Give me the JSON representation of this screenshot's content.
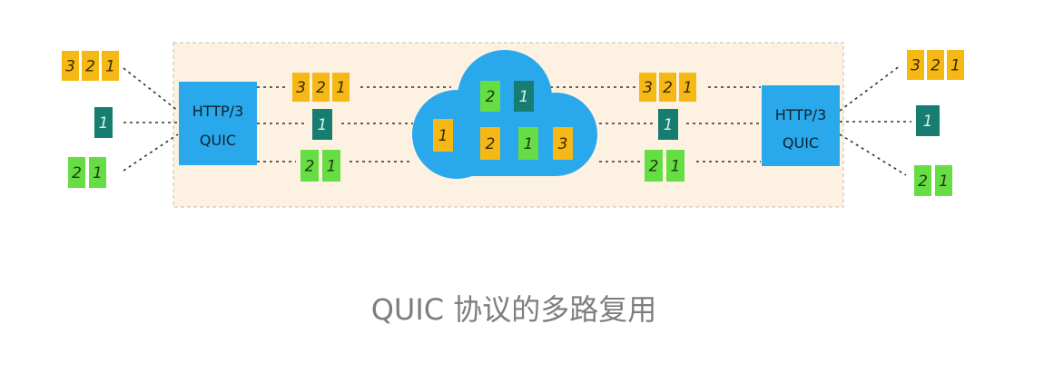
{
  "caption": "QUIC 协议的多路复用",
  "colors": {
    "stream_orange": "#f6b814",
    "stream_teal": "#177d70",
    "stream_green": "#66dd42",
    "endpoint_blue": "#2aa8ec",
    "cloud_blue": "#2aa8ec",
    "connection_bg": "#fdf2e2",
    "connection_border": "#d9d2c8"
  },
  "left_endpoint": {
    "line1": "HTTP/3",
    "line2": "QUIC"
  },
  "right_endpoint": {
    "line1": "HTTP/3",
    "line2": "QUIC"
  },
  "streams": {
    "orange": [
      "3",
      "2",
      "1"
    ],
    "teal": [
      "1"
    ],
    "green": [
      "2",
      "1"
    ]
  },
  "cloud_packets": [
    {
      "label": "2",
      "stream": "green"
    },
    {
      "label": "1",
      "stream": "teal"
    },
    {
      "label": "1",
      "stream": "orange"
    },
    {
      "label": "2",
      "stream": "orange"
    },
    {
      "label": "1",
      "stream": "green"
    },
    {
      "label": "3",
      "stream": "orange"
    }
  ]
}
